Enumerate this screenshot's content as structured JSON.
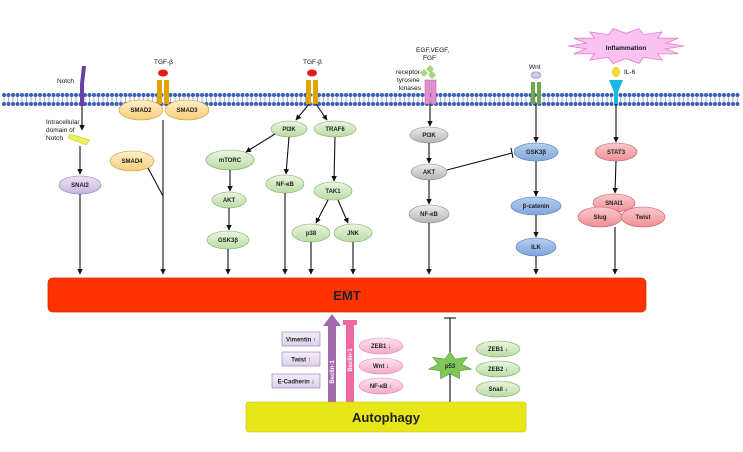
{
  "receptors": {
    "notch": "Notch",
    "notch_icd": [
      "Intracellular",
      "domain of",
      "Notch"
    ],
    "tgfb_left": "TGF-β",
    "tgfb_right": "TGF-β",
    "growth_factors": [
      "EGF,VEGF,",
      "FGF"
    ],
    "rtk": [
      "receptor",
      "tyrosine",
      "kinases"
    ],
    "wnt": "Wnt",
    "il6": "IL-6",
    "inflammation": "Inflammation"
  },
  "nodes": {
    "smad2": "SMAD2",
    "smad3": "SMAD3",
    "smad4": "SMAD4",
    "snai2": "SNAI2",
    "pi3k_left": "PI3K",
    "traf6": "TRAF6",
    "mtorc": "mTORC",
    "nfkb_left": "NF-κB",
    "akt_left": "AKT",
    "gsk3b_left": "GSK3β",
    "tak1": "TAK1",
    "p38": "p38",
    "jnk": "JNK",
    "pi3k_right": "PI3K",
    "akt_right": "AKT",
    "nfkb_right": "NF-κB",
    "gsk3b_right": "GSK3β",
    "bcatenin": "β-catenin",
    "ilk": "ILK",
    "stat3": "STAT3",
    "snai1": "SNAI1",
    "slug": "Slug",
    "twist_right": "Twist"
  },
  "emt": "EMT",
  "autophagy": "Autophagy",
  "markers_left": [
    {
      "label": "Vimentin",
      "dir": "up"
    },
    {
      "label": "Twist",
      "dir": "up"
    },
    {
      "label": "E-Cadherin",
      "dir": "down"
    }
  ],
  "beclin": [
    "Beclin-1",
    "Beclin-1"
  ],
  "markers_pink": [
    {
      "label": "ZEB1",
      "dir": "down"
    },
    {
      "label": "Wnt",
      "dir": "down"
    },
    {
      "label": "NF-κB",
      "dir": "down"
    }
  ],
  "p53": "p53",
  "markers_green": [
    {
      "label": "ZEB1",
      "dir": "down"
    },
    {
      "label": "ZEB2",
      "dir": "down"
    },
    {
      "label": "Snail",
      "dir": "down"
    }
  ],
  "colors": {
    "emt_bar": "#ff3300",
    "autophagy_bar": "#e6e619",
    "membrane": "#3a5fb5",
    "green_node": "#d4ecc4",
    "blue_node": "#8fb3e3",
    "red_node": "#f4a3a8",
    "grey_node": "#c8c8c8",
    "lilac_node": "#d5c8e8",
    "orange_node": "#fcdc98",
    "pink_marker": "#f7c0d8",
    "purple_beclin": "#a06aa8",
    "pink_beclin": "#f06aa0"
  }
}
